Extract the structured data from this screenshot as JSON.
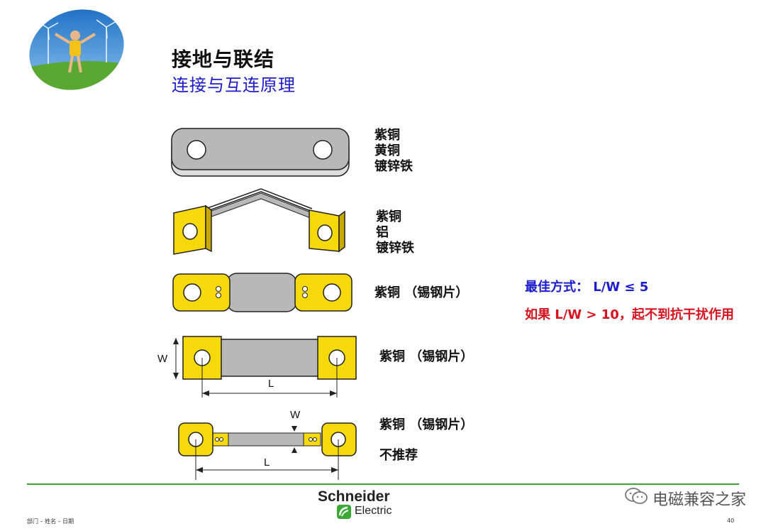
{
  "slide": {
    "title": "接地与联结",
    "subtitle": "连接与互连原理"
  },
  "straps": [
    {
      "materials": [
        "紫铜",
        "黄铜",
        "镀锌铁"
      ]
    },
    {
      "materials": [
        "紫铜",
        "铝",
        "镀锌铁"
      ]
    },
    {
      "materials": [
        "紫铜 （锡钢片）"
      ]
    },
    {
      "materials": [
        "紫铜 （锡钢片）"
      ],
      "dim_w": "W",
      "dim_l": "L"
    },
    {
      "materials": [
        "紫铜 （锡钢片）"
      ],
      "extra": "不推荐",
      "dim_w": "W",
      "dim_l": "L"
    }
  ],
  "notes": {
    "best": "最佳方式： L/W ≤ 5",
    "warning": "如果 L/W > 10，起不到抗干扰作用"
  },
  "footer": {
    "left": "部门 – 姓名 – 日期",
    "page": "40",
    "logo_main": "Schneider",
    "logo_sub": "Electric",
    "watermark": "电磁兼容之家"
  },
  "colors": {
    "title_blue": "#1c1ccf",
    "warning_red": "#d8121d",
    "copper_yellow": "#f5d90a",
    "strap_gray": "#b8b8b8",
    "footer_green": "#3aa935"
  }
}
